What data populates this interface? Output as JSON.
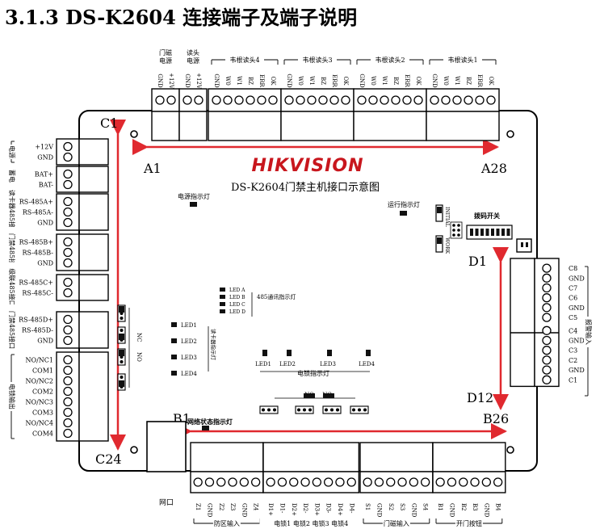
{
  "section_title": "3.1.3 DS-K2604 连接端子及端子说明",
  "brand": "HIKVISION",
  "model_title": "DS-K2604门禁主机接口示意图",
  "corner_labels": {
    "c1": "C1",
    "c24": "C24",
    "a1": "A1",
    "a28": "A28",
    "b1": "B1",
    "b26": "B26",
    "d1": "D1",
    "d12": "D12"
  },
  "top_blocks": [
    {
      "group": "门磁电源",
      "pins": [
        "GND",
        "+12V"
      ]
    },
    {
      "group": "读头电源",
      "pins": [
        "GND",
        "+12V"
      ]
    },
    {
      "group": "韦根读头4",
      "pins": [
        "GND",
        "W0",
        "W1",
        "BZ",
        "ERR",
        "OK"
      ]
    },
    {
      "group": "韦根读头3",
      "pins": [
        "GND",
        "W0",
        "W1",
        "BZ",
        "ERR",
        "OK"
      ]
    },
    {
      "group": "韦根读头2",
      "pins": [
        "GND",
        "W0",
        "W1",
        "BZ",
        "ERR",
        "OK"
      ]
    },
    {
      "group": "韦根读头1",
      "pins": [
        "GND",
        "W0",
        "W1",
        "BZ",
        "ERR",
        "OK"
      ]
    }
  ],
  "left_blocks": [
    {
      "group": "电源",
      "pins": [
        "+12V",
        "GND"
      ]
    },
    {
      "group": "蓄电池",
      "pins": [
        "BAT+",
        "BAT-"
      ]
    },
    {
      "group": "读卡器485接口",
      "pins": [
        "RS-485A+",
        "RS-485A-",
        "GND"
      ]
    },
    {
      "group": "门禁485接口",
      "pins": [
        "RS-485B+",
        "RS-485B-",
        "GND"
      ]
    },
    {
      "group": "级联485接口",
      "pins": [
        "RS-485C+",
        "RS-485C-"
      ]
    },
    {
      "group": "门禁485接口",
      "pins": [
        "RS-485D+",
        "RS-485D-",
        "GND"
      ]
    },
    {
      "group": "电锁输出",
      "pins": [
        "NO/NC1",
        "COM1",
        "NO/NC2",
        "COM2",
        "NO/NC3",
        "COM3",
        "NO/NC4",
        "COM4"
      ]
    }
  ],
  "right_blocks": [
    {
      "group": "报警输入",
      "pins": [
        "C8",
        "GND",
        "C7",
        "C6",
        "GND",
        "C5",
        "C4",
        "GND",
        "C3",
        "C2",
        "GND",
        "C1"
      ]
    }
  ],
  "bottom_blocks": [
    {
      "group": "防区输入",
      "pins": [
        "Z1",
        "GND",
        "Z2",
        "Z3",
        "GND",
        "Z4"
      ]
    },
    {
      "group": "电锁1 电锁2 电锁3 电锁4",
      "pins": [
        "D1+",
        "D1-",
        "D2+",
        "D2-",
        "D3+",
        "D3-",
        "D4+",
        "D4-"
      ]
    },
    {
      "group": "门磁输入",
      "pins": [
        "S1",
        "GND",
        "S2",
        "S3",
        "GND",
        "S4"
      ]
    },
    {
      "group": "开门按钮",
      "pins": [
        "B1",
        "GND",
        "B2",
        "B3",
        "GND",
        "B4"
      ]
    }
  ],
  "network_label": "网口",
  "labels": {
    "power_led": "电源指示灯",
    "run_led": "运行指示灯",
    "dip_switch": "拨码开关",
    "led_485": "485通讯指示灯",
    "lock_led": "电锁指示灯",
    "network_led": "网络状态指示灯",
    "reader_led": "读卡器指示灯",
    "nc": "NC",
    "no": "NO",
    "initial": "INITIAL",
    "work": "WORK"
  },
  "led_485_items": [
    "LED A",
    "LED B",
    "LED C",
    "LED D"
  ],
  "led_left_items": [
    "LED1",
    "LED2",
    "LED3",
    "LED4"
  ],
  "lock_led_items": [
    "LED1",
    "LED2",
    "LED3",
    "LED4"
  ]
}
